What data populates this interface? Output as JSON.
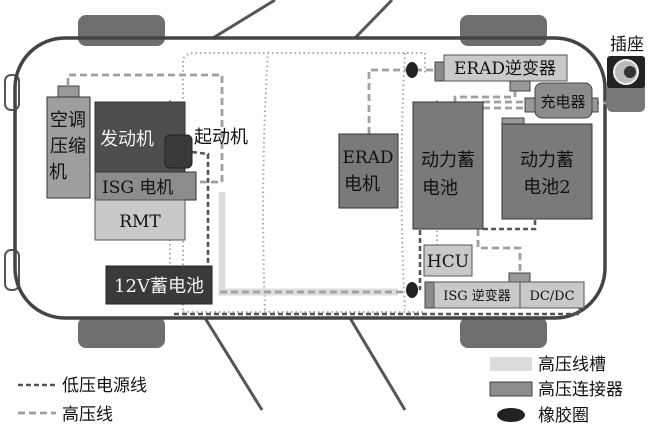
{
  "components": {
    "ac_compressor": [
      "空调",
      "压缩",
      "机"
    ],
    "engine": "发动机",
    "starter": "起动机",
    "isg_motor": "ISG 电机",
    "rmt": "RMT",
    "battery_12v": "12V蓄电池",
    "erad_motor": [
      "ERAD",
      "电机"
    ],
    "erad_inverter": "ERAD逆变器",
    "charger": "充电器",
    "power_battery": [
      "动力蓄",
      "电池"
    ],
    "power_battery_2": [
      "动力蓄",
      "电池2"
    ],
    "hcu": "HCU",
    "isg_inverter": "ISG 逆变器",
    "dcdc": "DC/DC",
    "socket": "插座"
  },
  "legend": {
    "low_voltage": "低压电源线",
    "high_voltage": "高压线",
    "hv_trough": "高压线槽",
    "hv_connector": "高压连接器",
    "grommet": "橡胶圈"
  },
  "colors": {
    "dark": "#4a4a4a",
    "mid": "#8c8c8c",
    "light": "#c9c9c9",
    "trough": "#dcdcdc",
    "lv_line": "#555555",
    "hv_line": "#a0a0a0"
  }
}
